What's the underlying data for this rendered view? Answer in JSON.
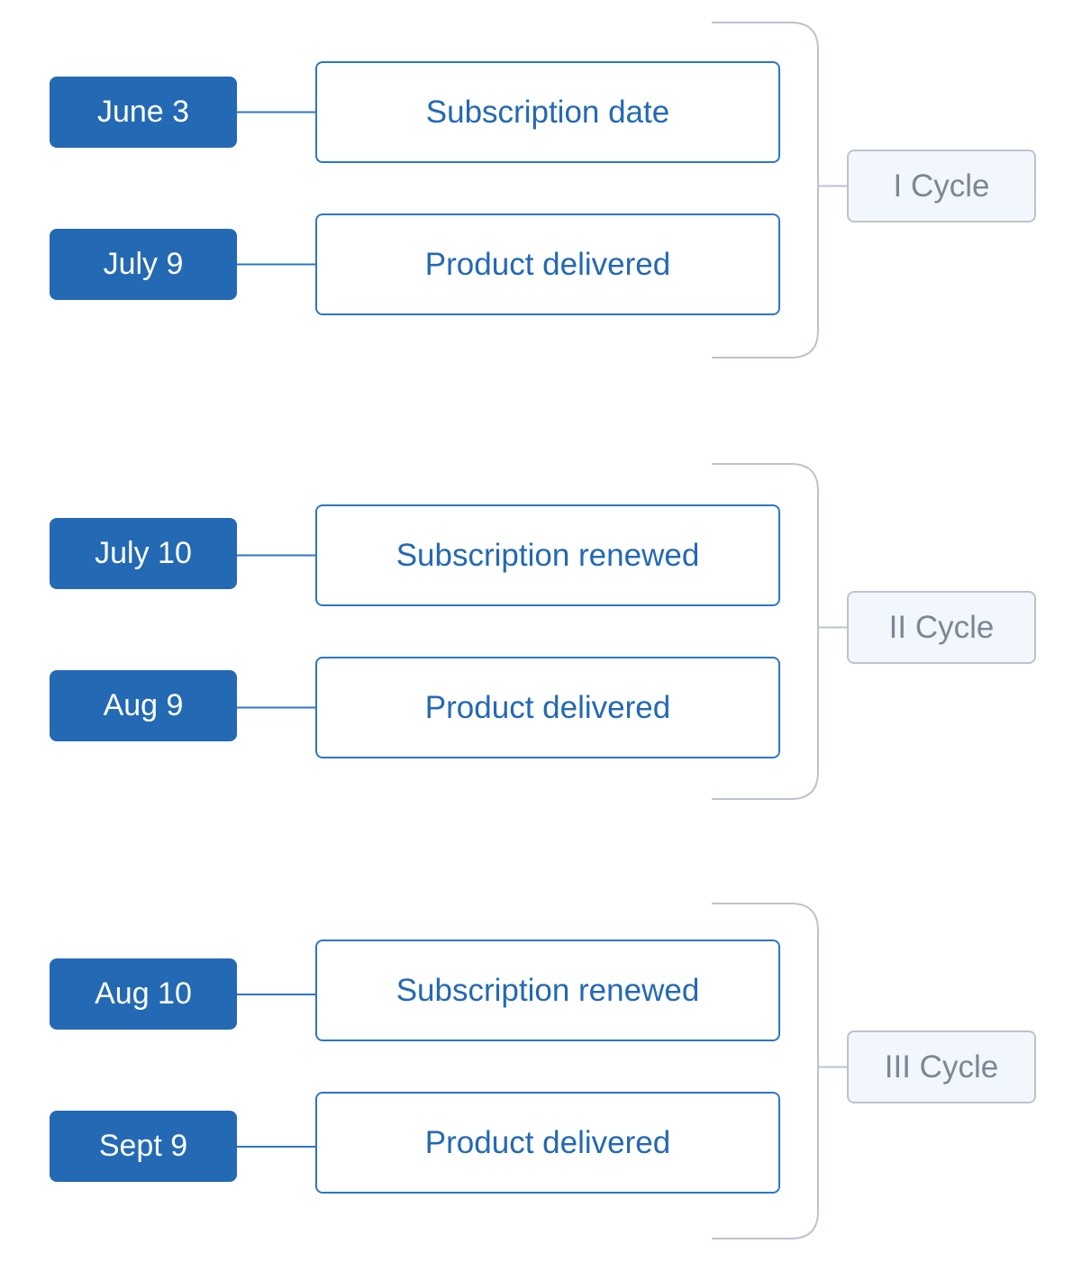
{
  "colors": {
    "date_fill": "#2369b3",
    "event_border": "#2c76c8",
    "event_text": "#2369b3",
    "cycle_fill": "#f1f7fd",
    "cycle_border": "#bcc3cc",
    "cycle_text": "#7d8794",
    "bracket": "#bcc3cc"
  },
  "cycles": [
    {
      "label": "I Cycle",
      "events": [
        {
          "date": "June 3",
          "label": "Subscription date"
        },
        {
          "date": "July 9",
          "label": "Product delivered"
        }
      ]
    },
    {
      "label": "II Cycle",
      "events": [
        {
          "date": "July 10",
          "label": "Subscription renewed"
        },
        {
          "date": "Aug 9",
          "label": "Product delivered"
        }
      ]
    },
    {
      "label": "III Cycle",
      "events": [
        {
          "date": "Aug 10",
          "label": "Subscription renewed"
        },
        {
          "date": "Sept 9",
          "label": "Product delivered"
        }
      ]
    }
  ]
}
